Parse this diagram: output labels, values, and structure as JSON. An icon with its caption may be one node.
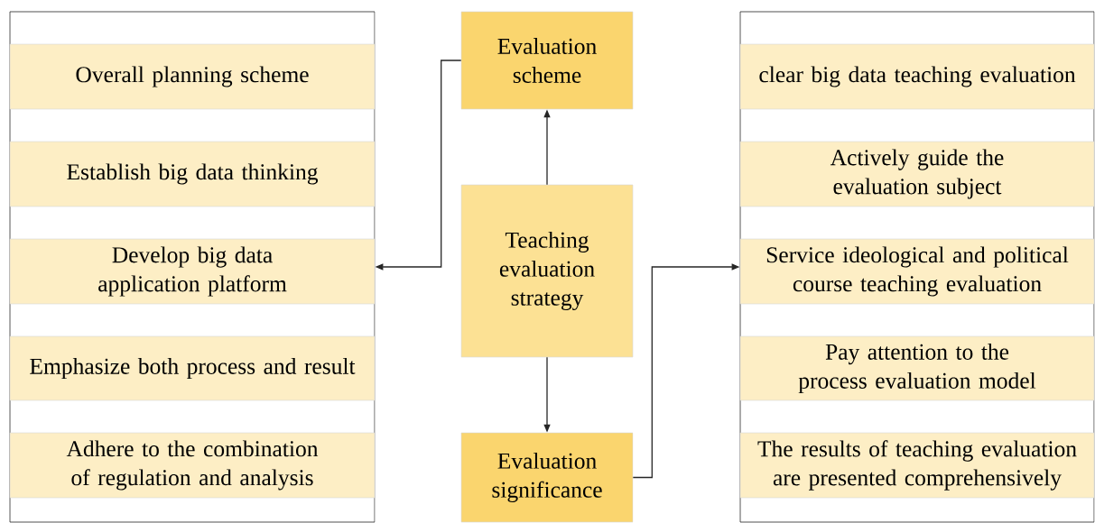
{
  "diagram": {
    "nodes": [
      {
        "text": [],
        "shape": "box"
      },
      {
        "text": [
          "Overall planning scheme"
        ],
        "in": 0
      },
      {
        "text": [
          "Establish big data thinking"
        ],
        "in": 0
      },
      {
        "text": [
          "Develop big data application platform"
        ],
        "in": 0
      },
      {
        "text": [
          "Emphasize both process and result"
        ],
        "in": 0
      },
      {
        "text": [
          "Adhere to the combination of regulation and analysis"
        ],
        "in": 0
      },
      {
        "text": [
          "Evaluation scheme"
        ]
      },
      {
        "text": [
          "Teaching evaluation strategy"
        ]
      },
      {
        "text": [
          "Evaluation significance"
        ]
      },
      {
        "text": [],
        "shape": "box"
      },
      {
        "text": [
          "clear big data teaching evaluation"
        ],
        "in": 9
      },
      {
        "text": [
          "Actively guide the evaluation subject"
        ],
        "in": 9
      },
      {
        "text": [
          "Service ideological and political course teaching evaluation"
        ],
        "in": 9
      },
      {
        "text": [
          "Pay attention to the process evaluation model"
        ],
        "in": 9
      },
      {
        "text": [
          "The results of teaching evaluation are presented comprehensively"
        ],
        "in": 9
      }
    ],
    "edges": [
      {
        "from": 7,
        "to": 6,
        "arrow": "to"
      },
      {
        "from": 7,
        "to": 8,
        "arrow": "to"
      },
      {
        "from": 6,
        "to": 0,
        "arrow": "to"
      },
      {
        "from": 8,
        "to": 9,
        "arrow": "to"
      }
    ]
  }
}
